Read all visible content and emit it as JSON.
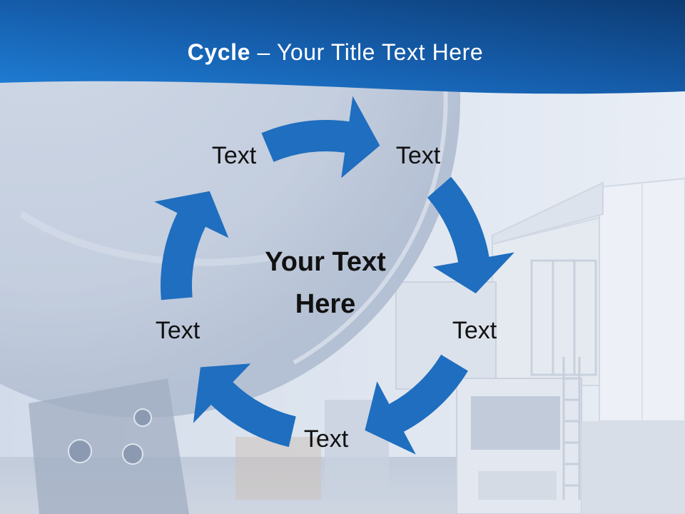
{
  "slide": {
    "title_bold": "Cycle",
    "title_rest": " – Your Title Text Here"
  },
  "cycle": {
    "center_text": "Your Text Here",
    "labels": [
      "Text",
      "Text",
      "Text",
      "Text",
      "Text"
    ]
  },
  "colors": {
    "header_light": "#1f7fd6",
    "header_mid": "#165fae",
    "header_dark": "#0c3b73",
    "arrow": "#1f6ebf",
    "title": "#ffffff",
    "text": "#111111"
  }
}
